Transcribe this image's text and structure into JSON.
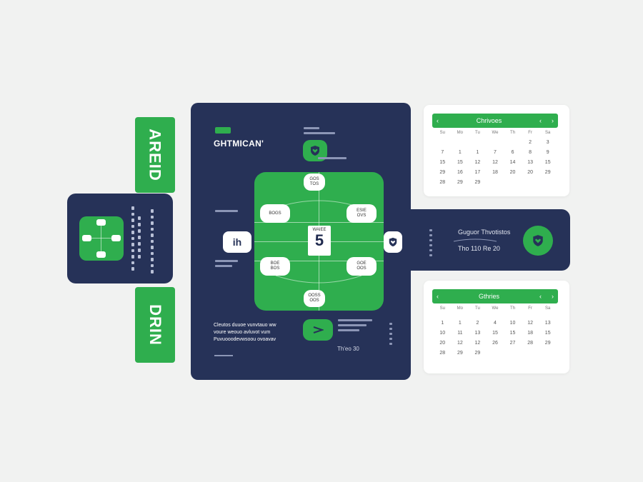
{
  "tabs": {
    "top_label": "AREID",
    "bottom_label": "DRIN"
  },
  "main": {
    "title": "GHTMICAN'",
    "center_number": "5",
    "center_caption": "WAIEE",
    "side_left_label": "ih",
    "footer_line1": "Cleutos duuoe vunvtauo ww",
    "footer_line2": "voure weouo avluvot vum",
    "footer_line3": "Puvuooodevwsoou ovoavav",
    "bottom_label": "Th'eo 30",
    "pills": {
      "top": "GOS\nTOS",
      "upper_left": "BOGS",
      "upper_right": "ESIE\nOVS",
      "lower_left": "BOE\nBOS",
      "lower_right": "GOE\nOOS",
      "bottom": "OOSS\nOOS"
    }
  },
  "right_bar": {
    "title": "Guguor Thvotistos",
    "date": "Tho 110 Re 20"
  },
  "calendars": [
    {
      "header": "Chrivoes",
      "days_of_week": [
        "Su",
        "Mo",
        "Tu",
        "We",
        "Th",
        "Fr",
        "Sa"
      ],
      "rows": [
        [
          "",
          "",
          "",
          "",
          "",
          "2",
          "3"
        ],
        [
          "7",
          "1",
          "1",
          "7",
          "6",
          "8",
          "9"
        ],
        [
          "15",
          "15",
          "12",
          "12",
          "14",
          "13",
          "15"
        ],
        [
          "29",
          "16",
          "17",
          "18",
          "20",
          "20",
          "29"
        ],
        [
          "28",
          "29",
          "29",
          "",
          "",
          "",
          ""
        ]
      ]
    },
    {
      "header": "Gthries",
      "days_of_week": [
        "Su",
        "Mo",
        "Tu",
        "We",
        "Th",
        "Fr",
        "Sa"
      ],
      "rows": [
        [
          "",
          "",
          "",
          "",
          "",
          "",
          ""
        ],
        [
          "1",
          "1",
          "2",
          "4",
          "10",
          "12",
          "13"
        ],
        [
          "10",
          "11",
          "13",
          "15",
          "15",
          "18",
          "15"
        ],
        [
          "20",
          "12",
          "12",
          "26",
          "27",
          "28",
          "29"
        ],
        [
          "28",
          "29",
          "29",
          "",
          "",
          "",
          ""
        ]
      ]
    }
  ],
  "colors": {
    "navy": "#263258",
    "green": "#2fae4e",
    "background": "#f1f2f1"
  }
}
